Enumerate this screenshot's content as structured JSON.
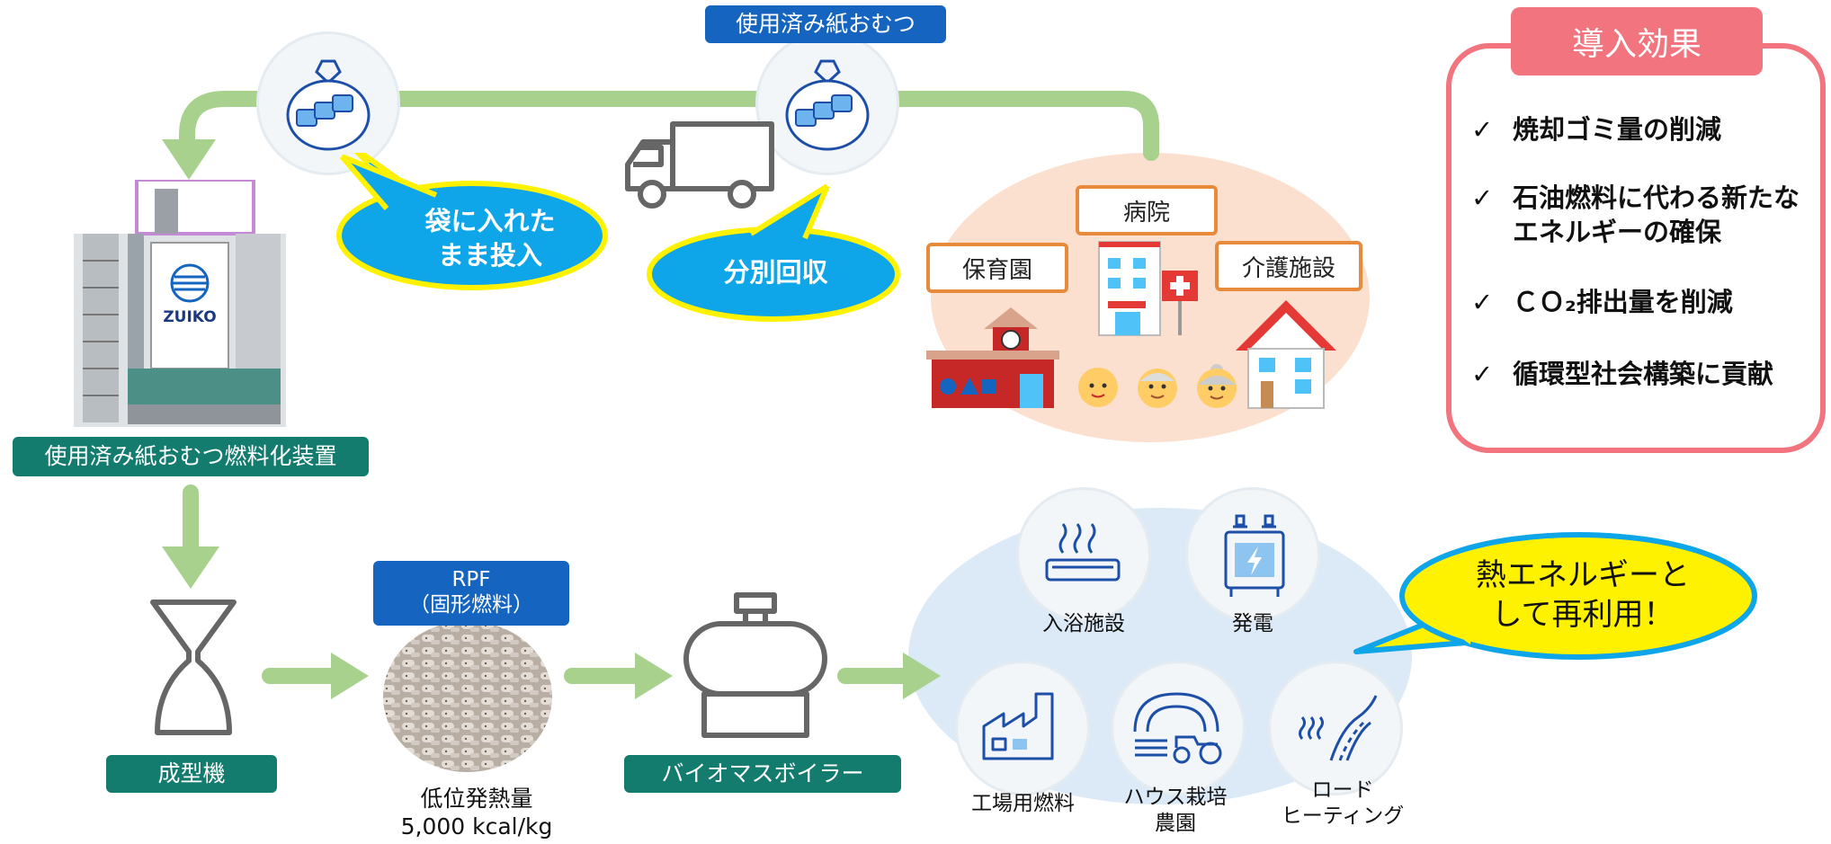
{
  "top_tag": "使用済み紙おむつ",
  "bubbles": {
    "bag": "袋に入れた\nまま投入",
    "separate": "分別回収",
    "heat": "熱エネルギーと\nして再利用！"
  },
  "facilities": {
    "hospital": "病院",
    "nursery": "保育園",
    "care": "介護施設"
  },
  "machine_label": "使用済み紙おむつ燃料化装置",
  "machine_brand": "ZUIKO",
  "molding_label": "成型機",
  "rpf_tag": "RPF\n（固形燃料）",
  "heat_value": "低位発熱量\n5,000 kcal/kg",
  "boiler_label": "バイオマスボイラー",
  "uses": {
    "bath": "入浴施設",
    "power": "発電",
    "factory": "工場用燃料",
    "greenhouse": "ハウス栽培\n農園",
    "road": "ロード\nヒーティング"
  },
  "effects": {
    "title": "導入効果",
    "items": [
      "焼却ゴミ量の削減",
      "石油燃料に代わる新たなエネルギーの確保",
      "ＣＯ₂排出量を削減",
      "循環型社会構築に貢献"
    ]
  },
  "colors": {
    "arrow_green": "#a8d18d",
    "teal": "#137c6f",
    "blue": "#1565c0",
    "bubble_blue": "#0ea5e9",
    "bubble_yellow": "#fff200",
    "pink": "#f1747e",
    "orange": "#e88a3c",
    "peach": "#fbe0cf",
    "light_blue": "#dce9f6"
  }
}
